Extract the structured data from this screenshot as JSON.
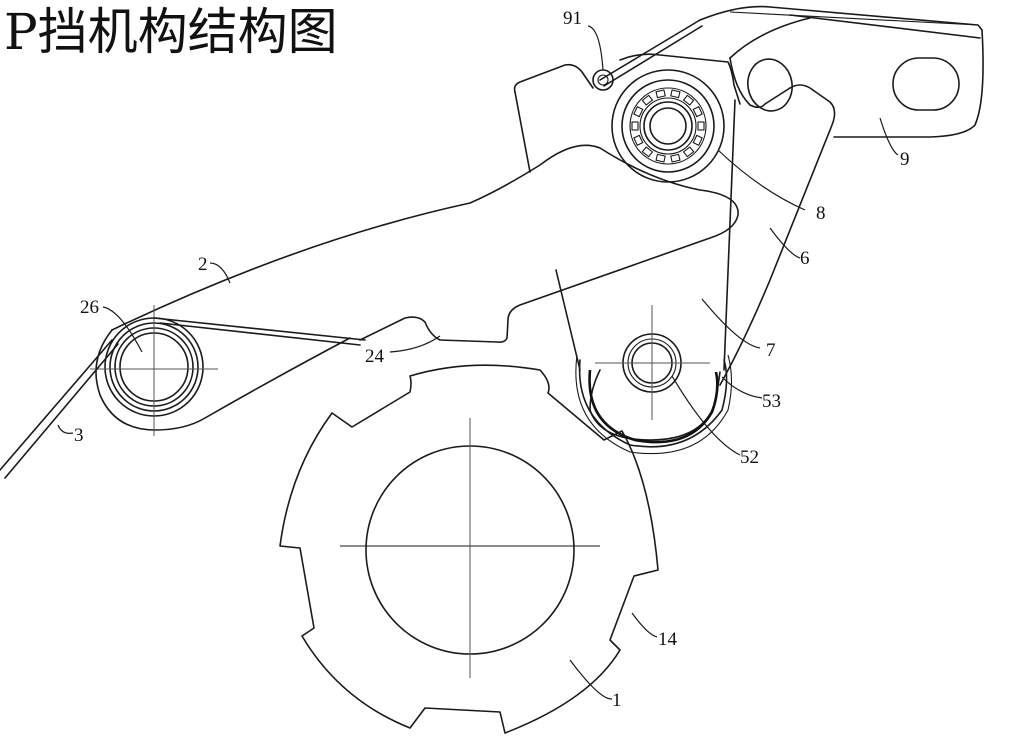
{
  "title": "P挡机构结构图",
  "labels": {
    "l91": "91",
    "l9": "9",
    "l8": "8",
    "l6": "6",
    "l2": "2",
    "l26": "26",
    "l7": "7",
    "l24": "24",
    "l3": "3",
    "l53": "53",
    "l52": "52",
    "l14": "14",
    "l1": "1"
  }
}
